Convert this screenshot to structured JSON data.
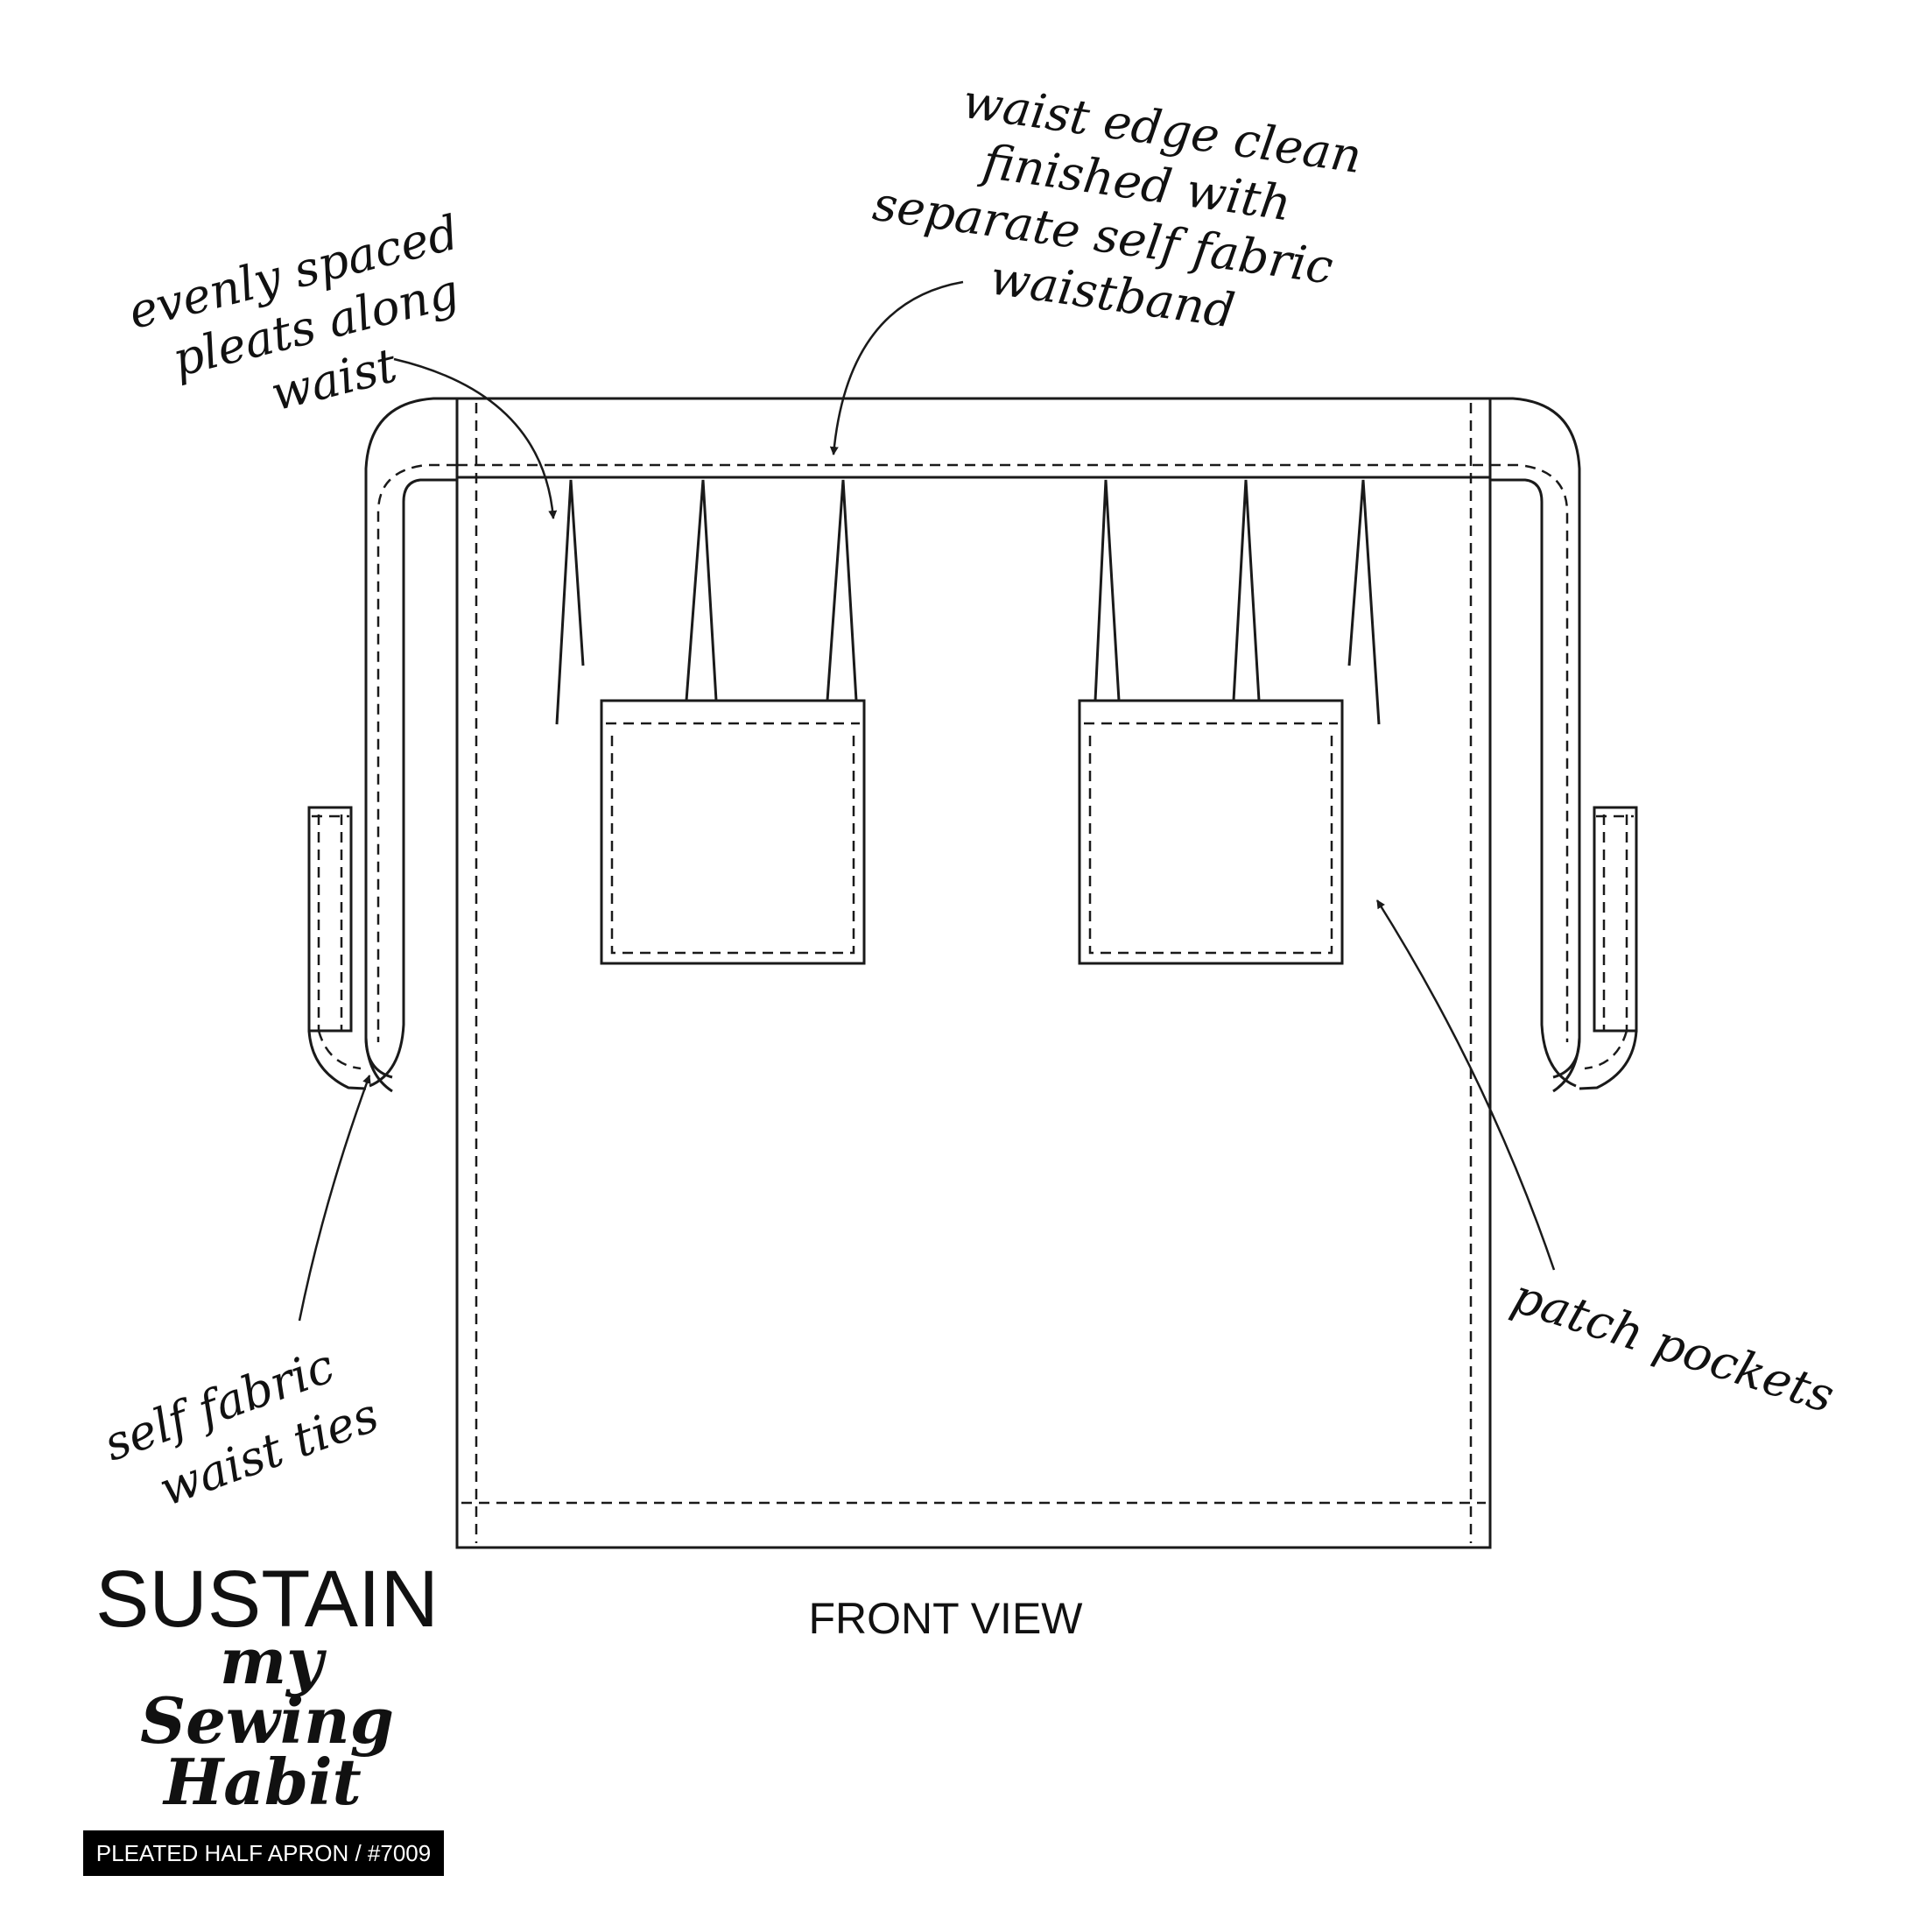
{
  "annotations": {
    "pleats": [
      "evenly spaced",
      "pleats along",
      "waist"
    ],
    "waistband": [
      "waist edge clean",
      "finished with",
      "separate self fabric",
      "waistband"
    ],
    "ties": [
      "self fabric",
      "waist ties"
    ],
    "pockets": [
      "patch pockets"
    ]
  },
  "view_label": "FRONT VIEW",
  "brand": {
    "line1": "SUSTAIN",
    "line2": "my",
    "line3": "Sewing",
    "line4": "Habit",
    "product": "PLEATED HALF APRON / #7009"
  },
  "colors": {
    "ink": "#1a1a1a",
    "background": "#ffffff",
    "label_bar": "#000000"
  }
}
